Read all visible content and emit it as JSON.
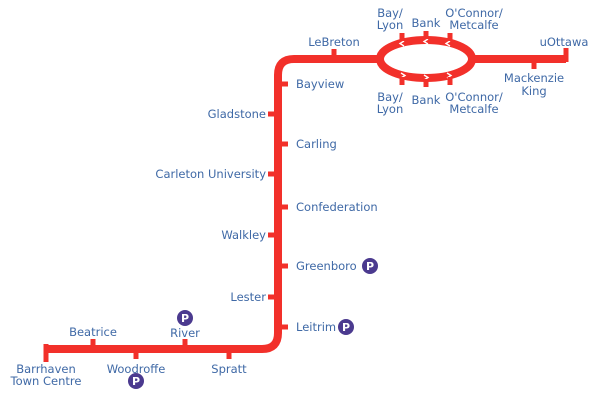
{
  "map": {
    "line_color": "#f2302a",
    "label_color": "#3f69a6",
    "parking_color": "#4b3a8f",
    "parking_symbol": "P",
    "stations": {
      "lebreton": "LeBreton",
      "uottawa": "uOttawa",
      "mackenzie_king": [
        "Mackenzie",
        "King"
      ],
      "bayview": "Bayview",
      "gladstone": "Gladstone",
      "carling": "Carling",
      "carleton_university": "Carleton University",
      "confederation": "Confederation",
      "walkley": "Walkley",
      "greenboro": "Greenboro",
      "lester": "Lester",
      "leitrim": "Leitrim",
      "beatrice": "Beatrice",
      "river": "River",
      "barrhaven_town_centre": [
        "Barrhaven",
        "Town Centre"
      ],
      "woodroffe": "Woodroffe",
      "spratt": "Spratt"
    },
    "loop_stations_top": {
      "bay_lyon": [
        "Bay/",
        "Lyon"
      ],
      "bank": "Bank",
      "oconnor_metcalfe": [
        "O'Connor/",
        "Metcalfe"
      ]
    },
    "loop_stations_bottom": {
      "bay_lyon": [
        "Bay/",
        "Lyon"
      ],
      "bank": "Bank",
      "oconnor_metcalfe": [
        "O'Connor/",
        "Metcalfe"
      ]
    }
  }
}
